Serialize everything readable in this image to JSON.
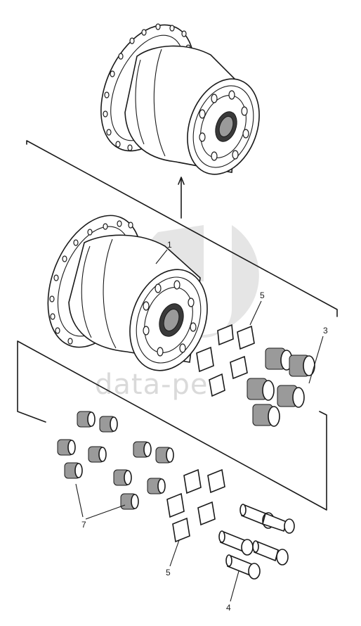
{
  "watermark": {
    "text": "data-pe"
  },
  "callouts": [
    {
      "id": "1",
      "label": "1"
    },
    {
      "id": "3",
      "label": "3"
    },
    {
      "id": "5a",
      "label": "5"
    },
    {
      "id": "5b",
      "label": "5"
    },
    {
      "id": "7",
      "label": "7"
    },
    {
      "id": "4",
      "label": "4"
    }
  ]
}
